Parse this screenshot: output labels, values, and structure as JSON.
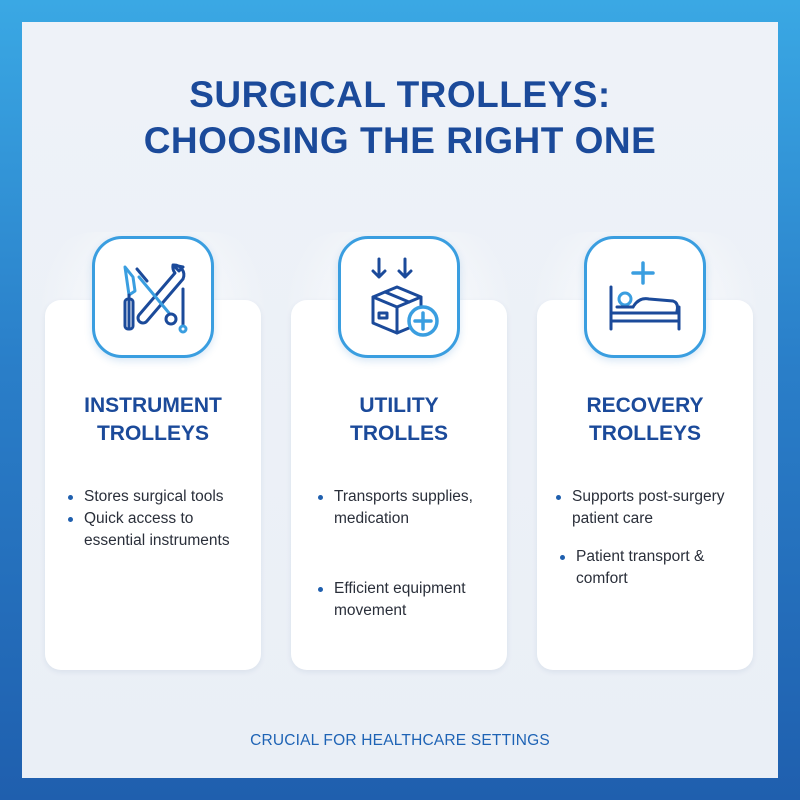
{
  "title": {
    "line1": "SURGICAL TROLLEYS:",
    "line2": "CHOOSING THE RIGHT ONE"
  },
  "cards": [
    {
      "icon": "surgical-tools-icon",
      "title_line1": "INSTRUMENT",
      "title_line2": "TROLLEYS",
      "bullets": [
        "Stores surgical tools",
        "Quick access to essential instruments"
      ]
    },
    {
      "icon": "supply-box-icon",
      "title_line1": "UTILITY",
      "title_line2": "TROLLES",
      "bullets": [
        "Transports supplies, medication",
        "Efficient equipment movement"
      ]
    },
    {
      "icon": "patient-bed-icon",
      "title_line1": "RECOVERY",
      "title_line2": "TROLLEYS",
      "bullets": [
        "Supports post-surgery patient care",
        "Patient transport & comfort"
      ]
    }
  ],
  "footer": "CRUCIAL FOR HEALTHCARE SETTINGS",
  "colors": {
    "accent": "#3a9ee0",
    "title": "#1b4a9a",
    "background_top": "#3aa8e4",
    "background_bottom": "#1f5fae"
  }
}
